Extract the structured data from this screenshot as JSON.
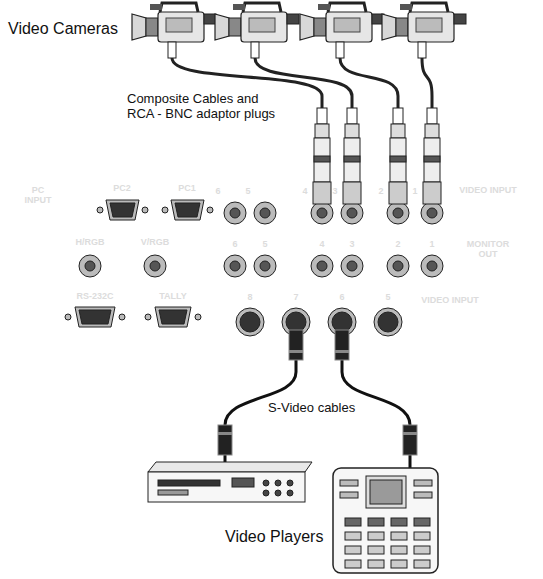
{
  "diagram": {
    "nodes": [
      {
        "text": [
          "PC INPUT",
          "PC2",
          "PC1",
          "6",
          "5",
          "4",
          "3",
          "2",
          "1",
          "VIDEO INPUT",
          "H/RGB",
          "V/RGB",
          "6",
          "5",
          "4",
          "3",
          "2",
          "1",
          "MONITOR OUT",
          "RS-232C",
          "TALLY",
          "8",
          "7",
          "6",
          "5",
          "VIDEO INPUT"
        ]
      }
    ],
    "labels": [
      "Video Cameras",
      "Composite Cables and RCA - BNC adaptor plugs",
      "S-Video cables",
      "Video Players"
    ]
  }
}
